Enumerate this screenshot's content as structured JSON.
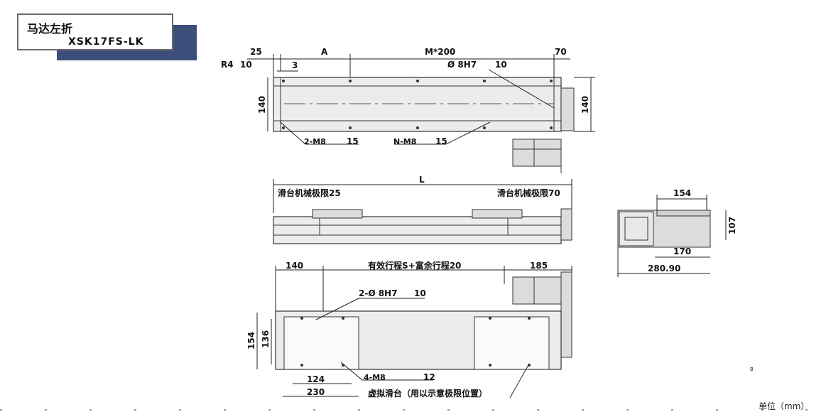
{
  "title": {
    "cn": "马达左折",
    "model": "XSK17FS-LK"
  },
  "top_view": {
    "dims": {
      "d25": "25",
      "a": "A",
      "m200": "M*200",
      "d70": "70",
      "r4": "R4",
      "r4v": "10",
      "d3": "3",
      "phi_8h7": "Ø 8H7",
      "phi_v": "10",
      "h140_left": "140",
      "h140_right": "140",
      "m8_2": "2-M8",
      "m8_2v": "15",
      "m8_n": "N-M8",
      "m8_nv": "15"
    }
  },
  "side_view": {
    "dims": {
      "l": "L",
      "limit_left": "滑台机械极限25",
      "limit_right": "滑台机械极限70"
    }
  },
  "bottom_view": {
    "dims": {
      "d140": "140",
      "stroke": "有效行程S+富余行程20",
      "d185": "185",
      "phi_8h7_2": "2-Ø 8H7",
      "phi_v": "10",
      "h154": "154",
      "h136": "136",
      "d124": "124",
      "d230": "230",
      "m8_4": "4-M8",
      "m8_4v": "12",
      "virtual": "虚拟滑台（用以示意极限位置）"
    }
  },
  "end_view": {
    "dims": {
      "d154": "154",
      "d107": "107",
      "d170": "170",
      "d280": "280.90"
    }
  },
  "footer": {
    "unit": "单位（mm）",
    "mark": "B"
  }
}
